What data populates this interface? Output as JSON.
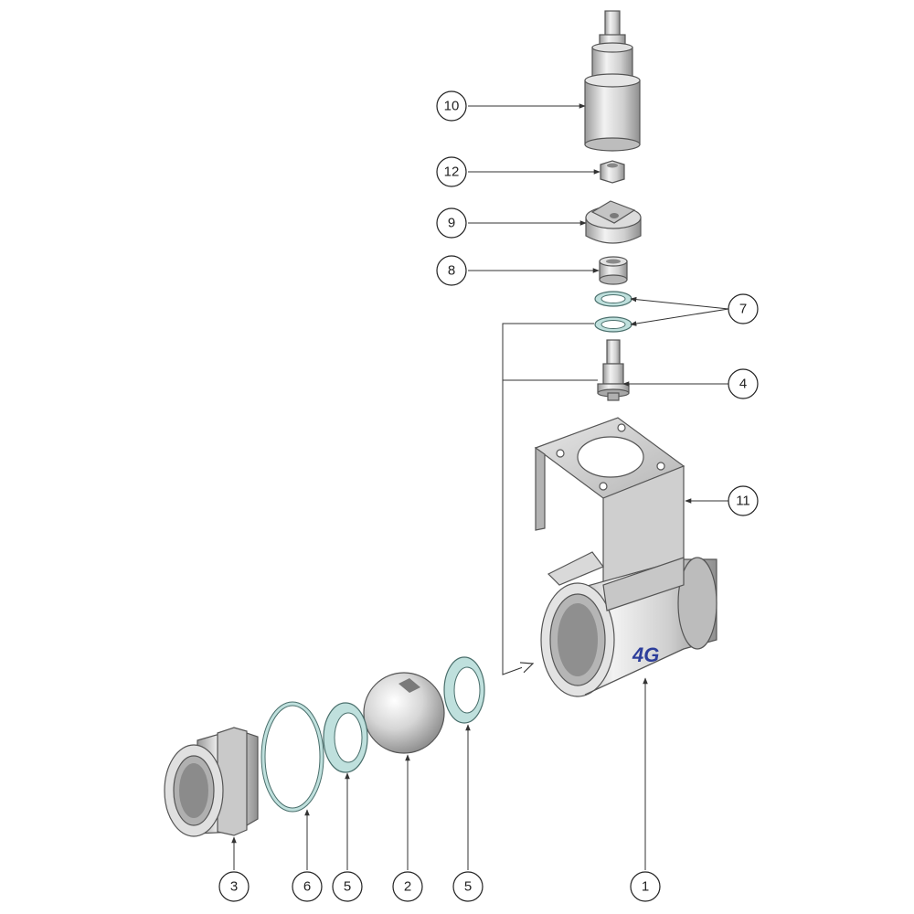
{
  "callouts": [
    {
      "num": "10"
    },
    {
      "num": "12"
    },
    {
      "num": "9"
    },
    {
      "num": "8"
    },
    {
      "num": "7"
    },
    {
      "num": "4"
    },
    {
      "num": "11"
    },
    {
      "num": "3"
    },
    {
      "num": "6"
    },
    {
      "num": "5"
    },
    {
      "num": "2"
    },
    {
      "num": "5"
    },
    {
      "num": "1"
    }
  ],
  "logo": {
    "text": "4G"
  },
  "colors": {
    "metal": "#cfcfcf",
    "seal": "#bfe0dd",
    "logo": "#2d3e9b"
  }
}
